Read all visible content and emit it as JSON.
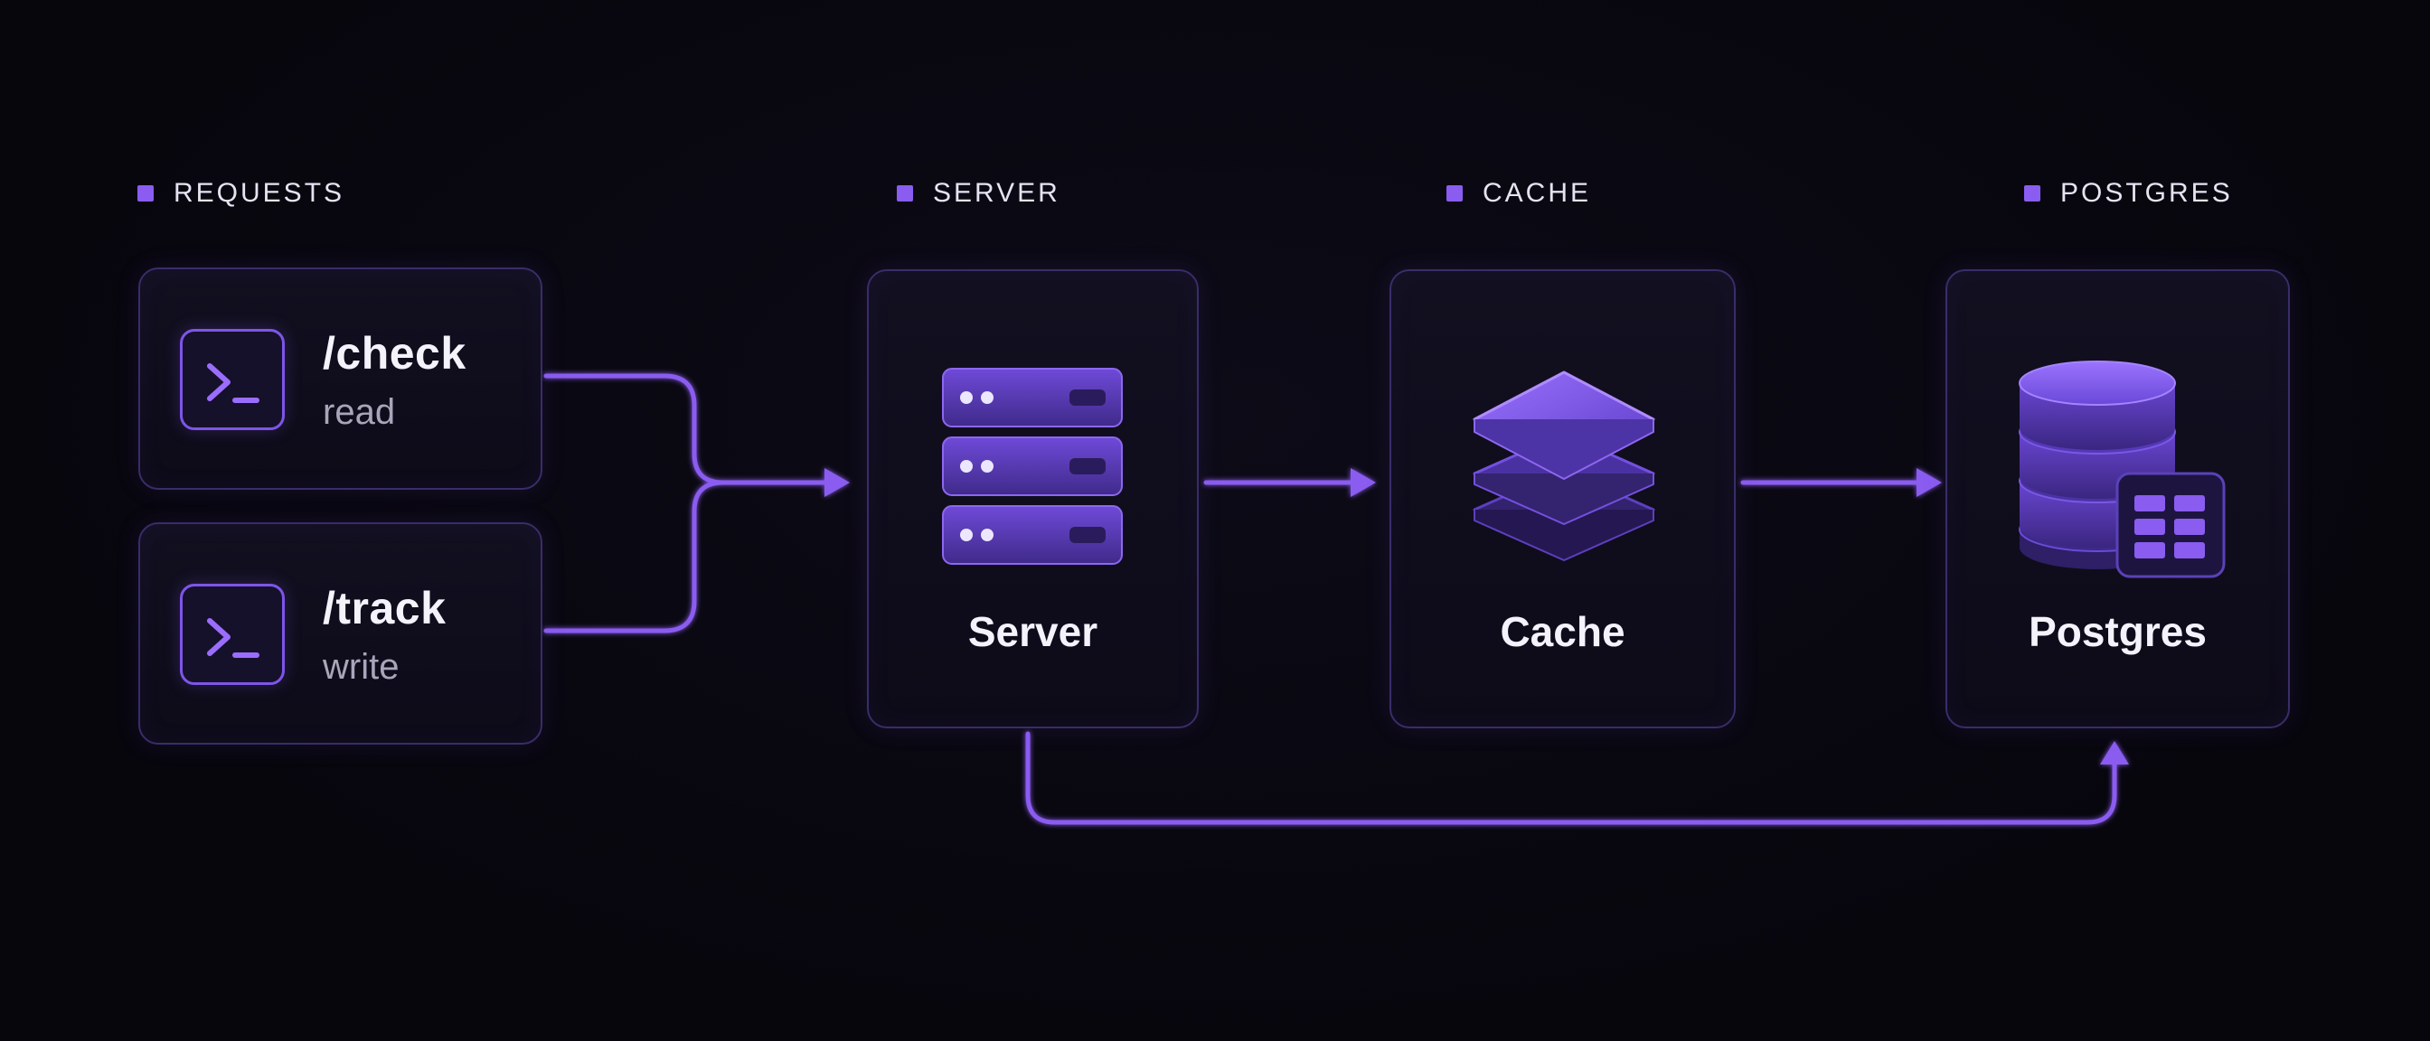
{
  "columns": {
    "requests": "REQUESTS",
    "server": "SERVER",
    "cache": "CACHE",
    "postgres": "POSTGRES"
  },
  "requests": [
    {
      "path": "/check",
      "mode": "read",
      "icon": "terminal-icon"
    },
    {
      "path": "/track",
      "mode": "write",
      "icon": "terminal-icon"
    }
  ],
  "nodes": {
    "server": {
      "title": "Server",
      "icon": "server-rack-icon"
    },
    "cache": {
      "title": "Cache",
      "icon": "layers-icon"
    },
    "postgres": {
      "title": "Postgres",
      "icon": "database-table-icon"
    }
  },
  "colors": {
    "accent": "#8a5cf0",
    "border": "#3a2d6a",
    "background": "#07060d"
  }
}
